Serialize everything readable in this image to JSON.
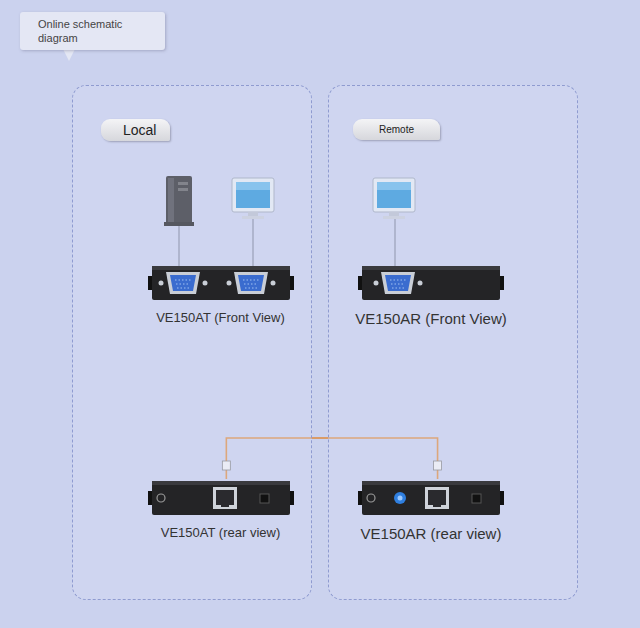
{
  "diagram": {
    "nodes": [
      {
        "text": [
          "Online schematic diagram"
        ]
      },
      {
        "text": [
          "Local"
        ]
      },
      {
        "text": [
          "VE150AT (Front View)"
        ],
        "in": 1
      },
      {
        "text": [
          "VE150AT (rear view)"
        ],
        "in": 1
      },
      {
        "text": [
          "Remote"
        ]
      },
      {
        "text": [
          "VE150AR (Front View)"
        ],
        "in": 4
      },
      {
        "text": [
          "VE150AR (rear view)"
        ],
        "in": 4
      }
    ],
    "edges": [
      {
        "from": 3,
        "to": 6,
        "arrow": "none"
      }
    ]
  }
}
